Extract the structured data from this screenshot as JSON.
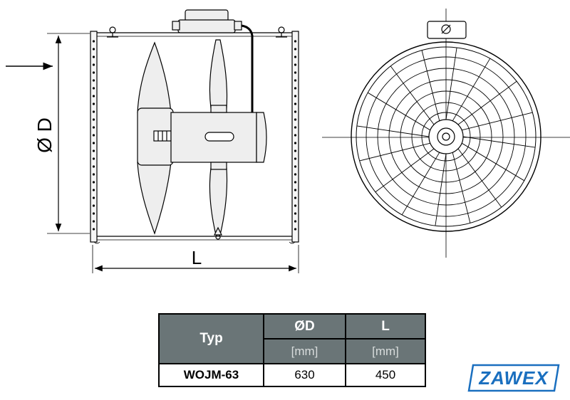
{
  "drawing": {
    "diameter_label": "Ø D",
    "length_label": "L"
  },
  "table": {
    "col_type": "Typ",
    "col_d": "ØD",
    "col_l": "L",
    "unit_d": "[mm]",
    "unit_l": "[mm]",
    "rows": [
      {
        "type": "WOJM-63",
        "d": "630",
        "l": "450"
      }
    ]
  },
  "logo": {
    "text": "ZAWEX",
    "color": "#1a6fbf"
  },
  "colors": {
    "header_bg": "#6a7577",
    "line": "#000000",
    "part_fill": "#eeeeee"
  }
}
